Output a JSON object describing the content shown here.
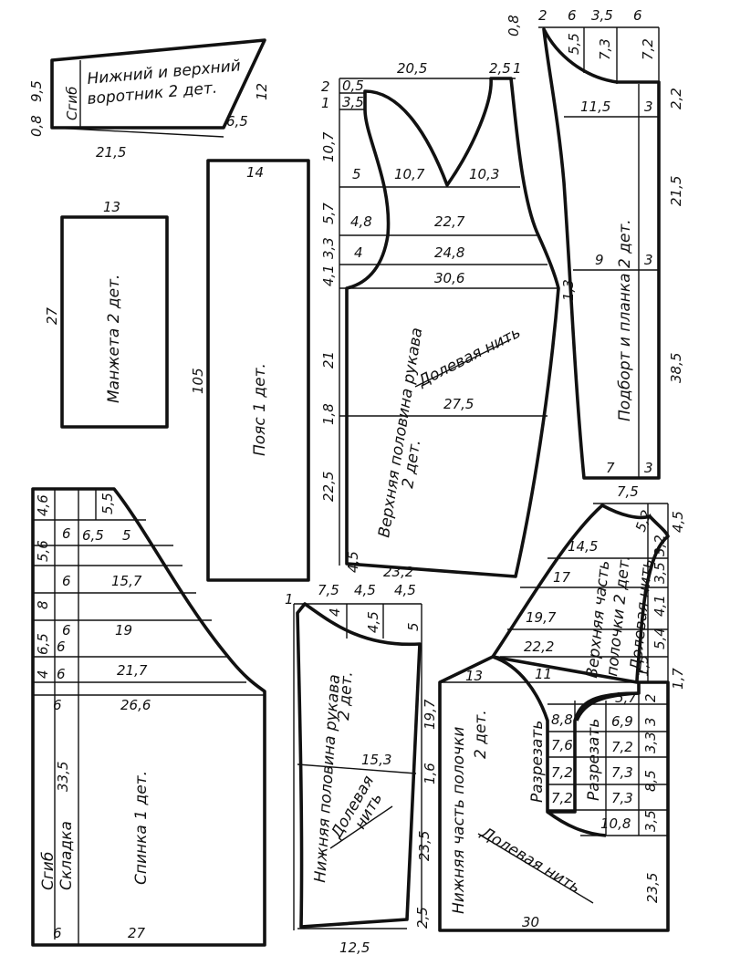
{
  "pieces": {
    "collar": {
      "label_line1": "Нижний и верхний",
      "label_line2": "воротник 2 дет.",
      "fold": "Сгиб",
      "dims": {
        "height": "9,5",
        "bottom_left": "0,8",
        "width": "21,5",
        "right": "12",
        "corner": "6,5"
      }
    },
    "cuff": {
      "label": "Манжета 2 дет.",
      "dims": {
        "width": "13",
        "height": "27"
      }
    },
    "belt": {
      "label": "Пояс 1 дет.",
      "dims": {
        "width": "14",
        "length": "105"
      }
    },
    "upper_sleeve": {
      "label_line1": "Верхняя половина рукава",
      "label_line2": "2 дет.",
      "grain": "Долевая нить",
      "dims": {
        "top_width": "20,5",
        "top_right_a": "2,5",
        "top_right_b": "1",
        "left_a": "2",
        "left_b": "1",
        "c1": "0,5",
        "c2": "3,5",
        "left_107": "10,7",
        "left_57": "5,7",
        "left_33": "3,3",
        "left_41": "4,1",
        "left_21": "21",
        "left_18": "1,8",
        "left_225": "22,5",
        "left_45": "4,5",
        "w5": "5",
        "w107": "10,7",
        "w103": "10,3",
        "w48": "4,8",
        "w227": "22,7",
        "w4": "4",
        "w248": "24,8",
        "w306": "30,6",
        "w275": "27,5",
        "w232": "23,2",
        "right_13": "1,3"
      }
    },
    "facing": {
      "label": "Подборт и планка 2 дет.",
      "dims": {
        "top_08": "0,8",
        "top_2": "2",
        "top_6a": "6",
        "top_35": "3,5",
        "top_6b": "6",
        "d55": "5,5",
        "d73": "7,3",
        "d72": "7,2",
        "r22": "2,2",
        "w115": "11,5",
        "w3a": "3",
        "r215": "21,5",
        "w9": "9",
        "w3b": "3",
        "r385": "38,5",
        "w7": "7",
        "w3c": "3"
      }
    },
    "back": {
      "label": "Спинка 1 дет.",
      "fold": "Сгиб",
      "pleat": "Складка",
      "dims": {
        "l46": "4,6",
        "l56": "5,6",
        "l8": "8",
        "l65": "6,5",
        "l4": "4",
        "l335": "33,5",
        "c6a": "6",
        "c6b": "6",
        "c6c": "6",
        "c6d": "6",
        "c6e": "6",
        "c6f": "6",
        "c6g": "6",
        "w55": "5,5",
        "w65": "6,5",
        "w5": "5",
        "w157": "15,7",
        "w19": "19",
        "w217": "21,7",
        "w266": "26,6",
        "w27": "27"
      }
    },
    "lower_sleeve": {
      "label_line1": "Нижняя половина рукава",
      "label_line2": "2 дет.",
      "grain_line1": "Долевая",
      "grain_line2": "нить",
      "dims": {
        "t1": "1",
        "t75": "7,5",
        "t45a": "4,5",
        "t45b": "4,5",
        "d4": "4",
        "d45": "4,5",
        "d5": "5",
        "r197": "19,7",
        "w153": "15,3",
        "r16": "1,6",
        "r235": "23,5",
        "r25": "2,5",
        "w125": "12,5"
      }
    },
    "upper_front": {
      "label_line1": "Верхняя часть",
      "label_line2": "полочки 2 дет.",
      "grain": "Долевая нить",
      "dims": {
        "t75": "7,5",
        "d52": "5,2",
        "r45": "4,5",
        "w145": "14,5",
        "r32": "3,2",
        "w17": "17",
        "r35": "3,5",
        "w197": "19,7",
        "r41": "4,1",
        "w222": "22,2",
        "r54": "5,4",
        "r15": "1,5",
        "w13": "13",
        "w11": "11",
        "r17": "1,7"
      }
    },
    "lower_front": {
      "label_line1": "Нижняя часть полочки",
      "label_line2": "2 дет.",
      "grain": "Долевая нить",
      "cut": "Разрезать",
      "dims": {
        "c88": "8,8",
        "c76": "7,6",
        "c72a": "7,2",
        "c72b": "7,2",
        "c57": "5,7",
        "c69": "6,9",
        "c72c": "7,2",
        "c73": "7,3",
        "c73b": "7,3",
        "c108": "10,8",
        "r2": "2",
        "r3": "3",
        "r33": "3,3",
        "r85": "8,5",
        "r35": "3,5",
        "r235": "23,5",
        "w30": "30"
      }
    }
  }
}
